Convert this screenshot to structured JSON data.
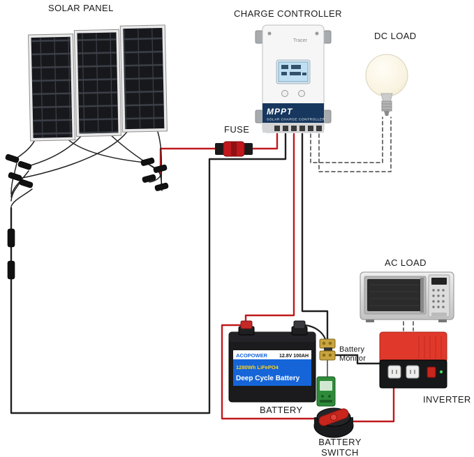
{
  "diagram": {
    "title_labels": {
      "solar_panel": "SOLAR PANEL",
      "charge_controller": "CHARGE CONTROLLER",
      "dc_load": "DC LOAD",
      "fuse": "FUSE",
      "ac_load": "AC LOAD",
      "battery": "BATTERY",
      "battery_monitor": "Battery\nMonitor",
      "inverter": "INVERTER",
      "battery_switch": "BATTERY\nSWITCH"
    },
    "controller": {
      "brand": "Tracer",
      "mode": "MPPT",
      "subtitle": "SOLAR CHARGE CONTROLLER"
    },
    "battery": {
      "brand": "ACOPOWER",
      "spec": "12.8V 100AH",
      "capacity": "1280Wh LiFePO4",
      "type": "Deep Cycle Battery"
    },
    "colors": {
      "wire_positive": "#c0181c",
      "wire_negative": "#1f1f1f",
      "dashed_wire": "#444444",
      "inverter_red": "#e0392b",
      "battery_blue": "#1565d8",
      "controller_navy": "#17375e",
      "lcd_blue": "#bfe0f2",
      "monitor_green": "#2e8b3a",
      "shunt_brass": "#c9a43f",
      "switch_knob_red": "#c8251d"
    }
  }
}
